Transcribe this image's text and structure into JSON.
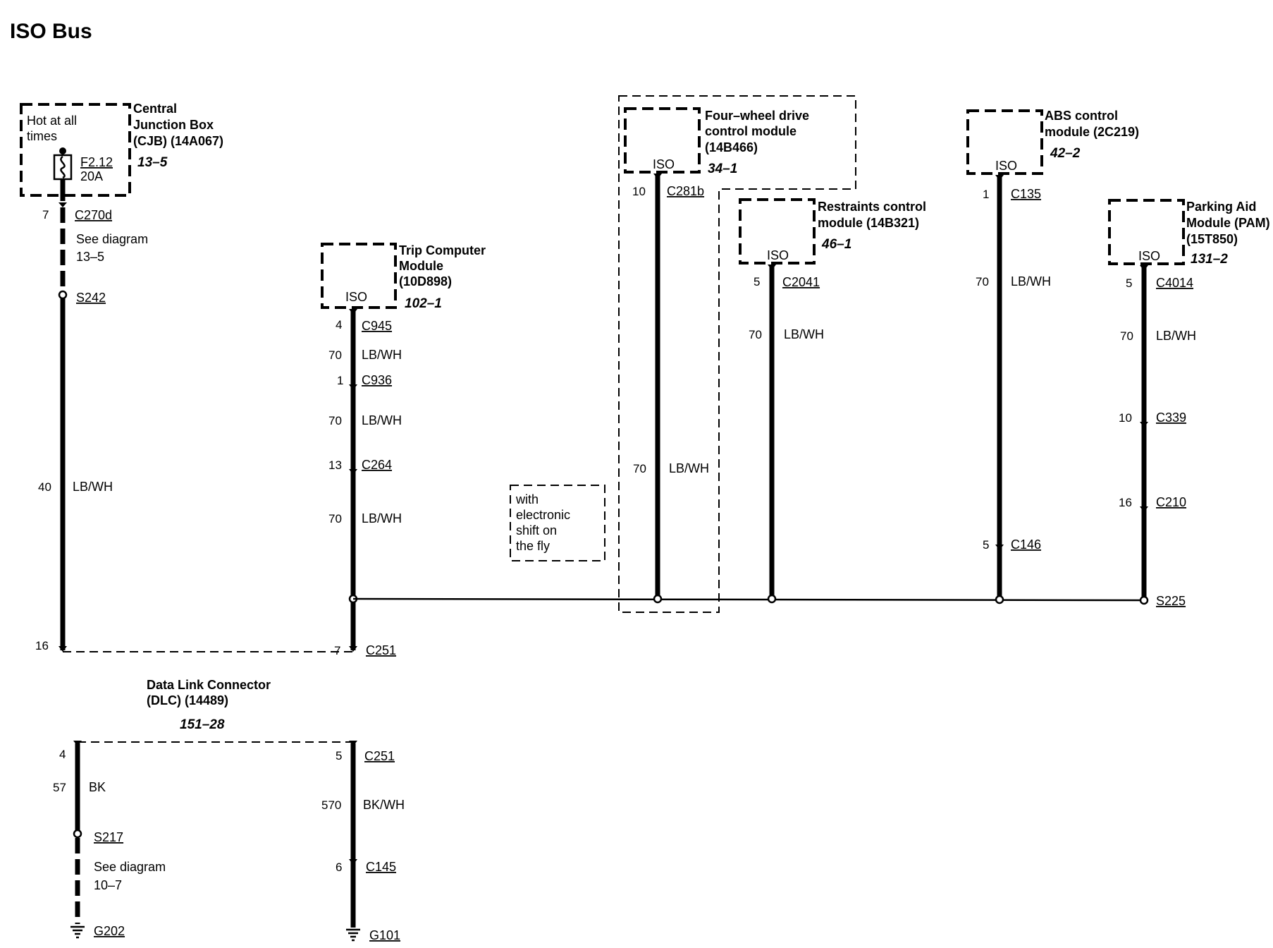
{
  "title": "ISO Bus",
  "cjb": {
    "hot_line1": "Hot at all",
    "hot_line2": "times",
    "name_line1": "Central",
    "name_line2": "Junction Box",
    "name_line3": "(CJB) (14A067)",
    "ref": "13–5",
    "fuse": "F2.12",
    "fuse_rating": "20A",
    "pin_top": "7",
    "conn_top": "C270d",
    "see1": "See diagram",
    "see2": "13–5",
    "splice": "S242",
    "circuit": "40",
    "color": "LB/WH",
    "pin_bottom": "16"
  },
  "trip": {
    "name_line1": "Trip Computer",
    "name_line2": "Module",
    "name_line3": "(10D898)",
    "ref": "102–1",
    "iso": "ISO",
    "c945_pin": "4",
    "c945": "C945",
    "circ1": "70",
    "color1": "LB/WH",
    "c936_pin": "1",
    "c936": "C936",
    "circ2": "70",
    "color2": "LB/WH",
    "c264_pin": "13",
    "c264": "C264",
    "circ3": "70",
    "color3": "LB/WH",
    "c251_pin": "7",
    "c251": "C251"
  },
  "note": {
    "l1": "with",
    "l2": "electronic",
    "l3": "shift on",
    "l4": "the fly"
  },
  "fwd": {
    "name_line1": "Four–wheel drive",
    "name_line2": "control module",
    "name_line3": "(14B466)",
    "ref": "34–1",
    "iso": "ISO",
    "pin": "10",
    "conn": "C281b",
    "circ": "70",
    "color": "LB/WH"
  },
  "rcm": {
    "name_line1": "Restraints control",
    "name_line2": "module (14B321)",
    "ref": "46–1",
    "iso": "ISO",
    "pin": "5",
    "conn": "C2041",
    "circ": "70",
    "color": "LB/WH"
  },
  "abs": {
    "name_line1": "ABS control",
    "name_line2": "module (2C219)",
    "ref": "42–2",
    "iso": "ISO",
    "pin": "1",
    "conn": "C135",
    "circ": "70",
    "color": "LB/WH",
    "c146_pin": "5",
    "c146": "C146"
  },
  "pam": {
    "name_line1": "Parking Aid",
    "name_line2": "Module (PAM)",
    "name_line3": "(15T850)",
    "ref": "131–2",
    "iso": "ISO",
    "pin": "5",
    "conn": "C4014",
    "circ": "70",
    "color": "LB/WH",
    "c339_pin": "10",
    "c339": "C339",
    "c210_pin": "16",
    "c210": "C210",
    "splice": "S225"
  },
  "dlc": {
    "name_line1": "Data Link Connector",
    "name_line2": "(DLC) (14489)",
    "ref": "151–28",
    "left_pin": "4",
    "left_circ": "57",
    "left_color": "BK",
    "s217": "S217",
    "see1": "See diagram",
    "see2": "10–7",
    "g202": "G202",
    "right_pin": "5",
    "right_conn": "C251",
    "right_circ": "570",
    "right_color": "BK/WH",
    "c145_pin": "6",
    "c145": "C145",
    "g101": "G101"
  }
}
